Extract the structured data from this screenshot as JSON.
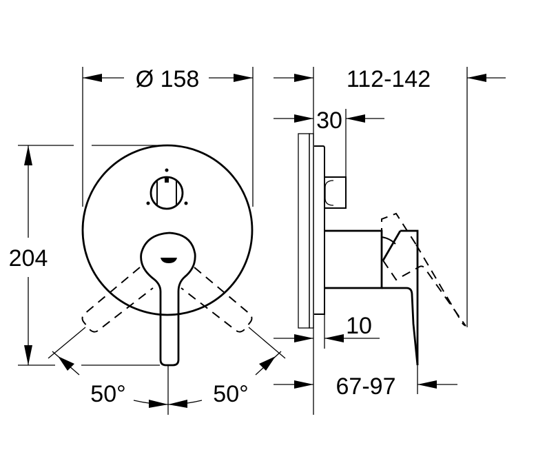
{
  "drawing": {
    "subject": "Concealed mixer trim (front and side view)",
    "colors": {
      "line": "#000000",
      "background": "#ffffff"
    },
    "front_view": {
      "dimensions": {
        "diameter": "Ø 158",
        "height": "204",
        "angle_left": "50°",
        "angle_right": "50°"
      }
    },
    "side_view": {
      "dimensions": {
        "projection_total": "112-142",
        "plate_depth": "30",
        "wall_offset": "10",
        "lever_projection": "67-97"
      }
    }
  }
}
